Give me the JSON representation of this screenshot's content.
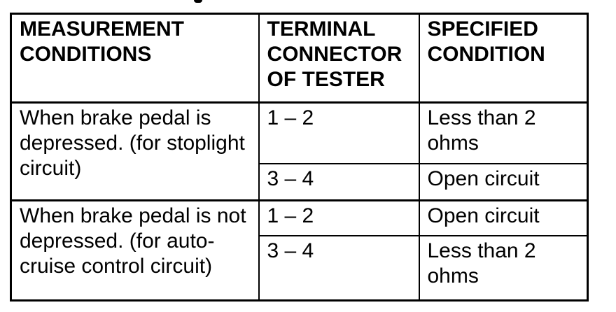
{
  "page": {
    "background": "#ffffff",
    "text_color": "#000000",
    "border_color": "#000000",
    "top_edge_artifact": "cropped descender of text above screenshot"
  },
  "table": {
    "headers": [
      {
        "label": "MEASUREMENT\nCONDITIONS"
      },
      {
        "label": "TERMINAL\nCONNECTOR\nOF TESTER"
      },
      {
        "label": "SPECIFIED\nCONDITION"
      }
    ],
    "rows": [
      {
        "condition": "When brake pedal is\ndepressed. (for stoplight\ncircuit)",
        "measurements": [
          {
            "terminals": "1 – 2",
            "specified": "Less than 2\nohms"
          },
          {
            "terminals": "3 – 4",
            "specified": "Open circuit"
          }
        ]
      },
      {
        "condition": "When brake pedal is not\ndepressed. (for auto-\ncruise control circuit)",
        "measurements": [
          {
            "terminals": "1 – 2",
            "specified": "Open circuit"
          },
          {
            "terminals": "3 – 4",
            "specified": "Less than 2\nohms"
          }
        ]
      }
    ]
  }
}
